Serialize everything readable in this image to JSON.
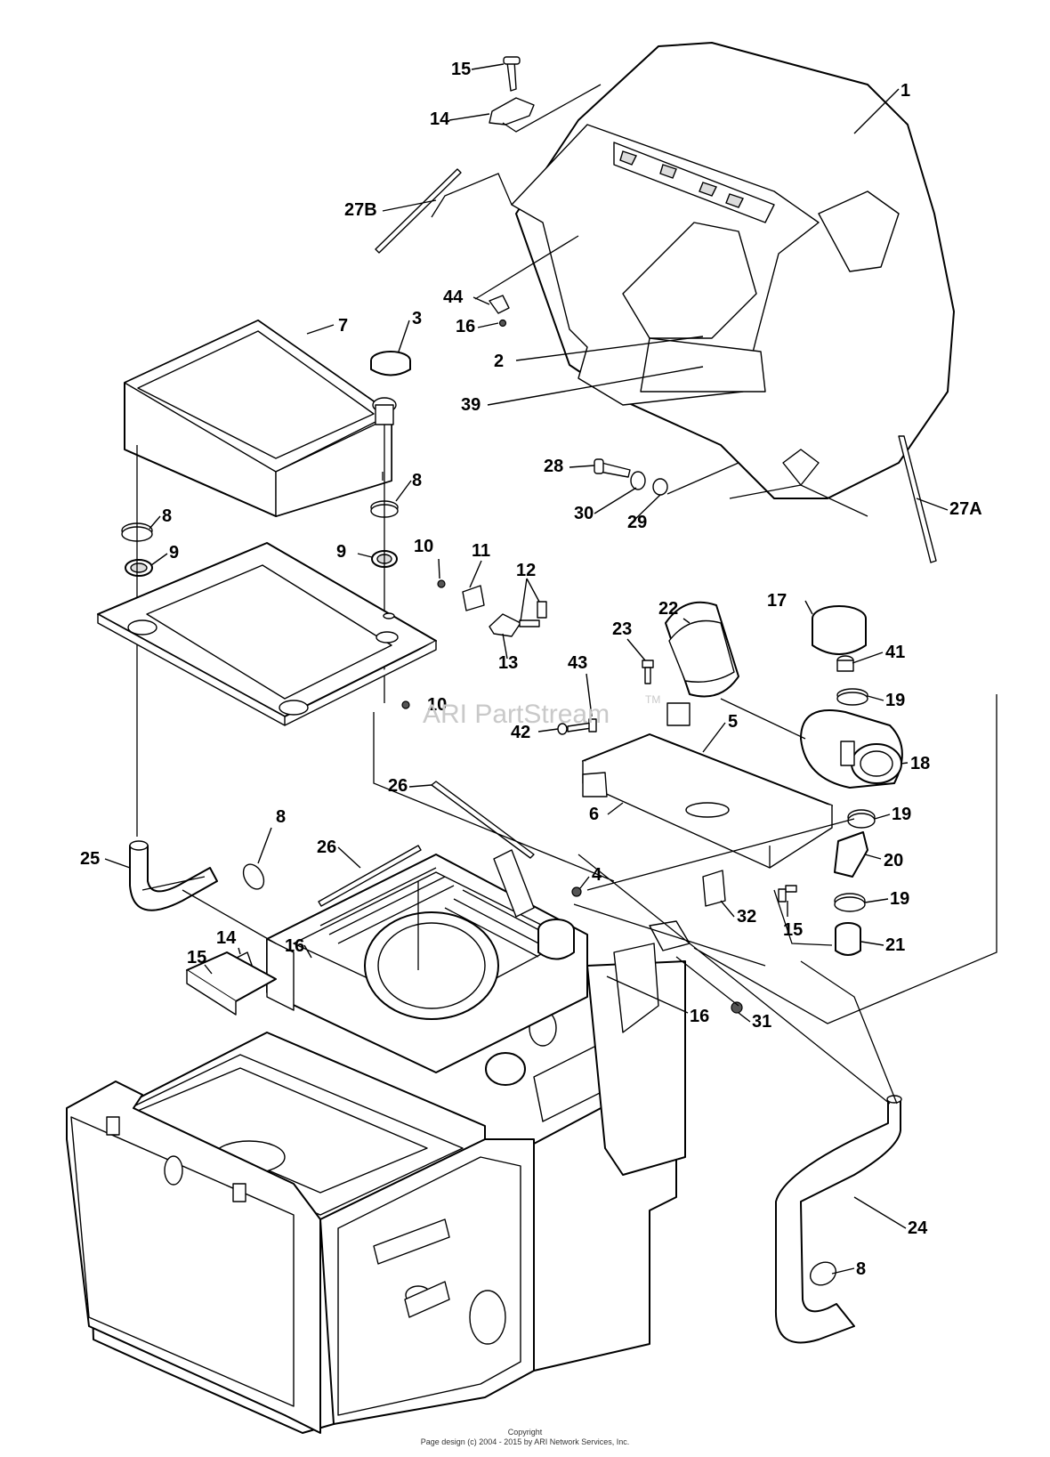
{
  "watermark": {
    "text": "ARI PartStream",
    "tm": "TM"
  },
  "copyright": {
    "heading": "Copyright",
    "line": "Page design (c) 2004 - 2015 by ARI Network Services, Inc."
  },
  "callouts": [
    "1",
    "2",
    "3",
    "4",
    "5",
    "6",
    "7",
    "8",
    "9",
    "10",
    "11",
    "12",
    "13",
    "14",
    "15",
    "16",
    "17",
    "18",
    "19",
    "20",
    "21",
    "22",
    "23",
    "24",
    "25",
    "26",
    "27A",
    "27B",
    "28",
    "29",
    "30",
    "31",
    "32",
    "39",
    "41",
    "42",
    "43",
    "44"
  ]
}
